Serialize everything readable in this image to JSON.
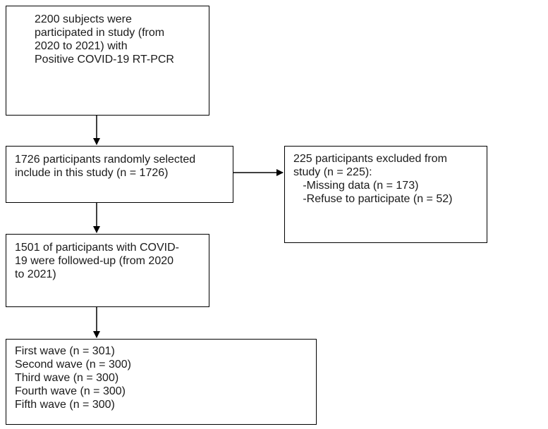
{
  "flowchart": {
    "subjects": {
      "lines": [
        "2200 subjects were",
        "participated in study (from",
        "2020 to 2021) with",
        "Positive COVID-19 RT-PCR"
      ]
    },
    "selected": {
      "lines": [
        "1726 participants randomly selected",
        "include in this study (n = 1726)"
      ]
    },
    "excluded": {
      "lines": [
        "225 participants excluded from",
        "study (n = 225):",
        "   -Missing data (n = 173)",
        "   -Refuse to participate (n = 52)"
      ]
    },
    "followed": {
      "lines": [
        "1501 of participants with COVID-",
        "19 were followed-up (from 2020",
        "to 2021)"
      ]
    },
    "waves": {
      "lines": [
        "First wave (n = 301)",
        "Second wave (n = 300)",
        "Third wave (n = 300)",
        "Fourth wave (n = 300)",
        "Fifth wave (n = 300)"
      ]
    }
  },
  "colors": {
    "stroke": "#000000",
    "text": "#1a1a1a",
    "background": "#ffffff"
  }
}
